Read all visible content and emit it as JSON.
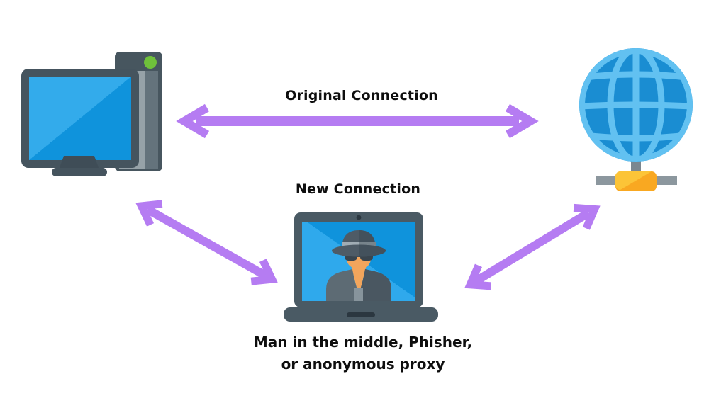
{
  "diagram": {
    "title": "Man in the middle attack diagram",
    "labels": {
      "original_connection": "Original Connection",
      "new_connection": "New Connection",
      "caption_line1": "Man in the middle, Phisher,",
      "caption_line2": "or anonymous proxy"
    },
    "nodes": {
      "client": {
        "icon": "desktop-computer-icon"
      },
      "internet": {
        "icon": "globe-network-icon"
      },
      "attacker": {
        "icon": "spy-laptop-icon"
      }
    },
    "connections": [
      {
        "from": "client",
        "to": "internet",
        "label": "Original Connection",
        "style": "double-arrow"
      },
      {
        "from": "client",
        "to": "attacker",
        "label": "New Connection",
        "style": "double-arrow"
      },
      {
        "from": "attacker",
        "to": "internet",
        "label": "New Connection",
        "style": "double-arrow"
      }
    ],
    "colors": {
      "background": "#ffffff",
      "arrow_purple": "#b57cf2",
      "text_black": "#0e0e0e",
      "device_slate": "#47565f",
      "device_slate_dark": "#3f4d57",
      "panel_grey": "#96a2a8",
      "panel_grey_dark": "#64737c",
      "screen_blue_light": "#33abeb",
      "screen_blue_dark": "#0f93dc",
      "power_green": "#6fc13b",
      "globe_fill": "#1a8dd2",
      "globe_grid": "#62c1f1",
      "connector_yellow": "#f9a821",
      "connector_yellow_light": "#fcc437",
      "pipe_grey": "#8c979e",
      "spy_face_tan": "#f2a55c",
      "spy_coat": "#5d6b74",
      "spy_coat_dark": "#4a5761",
      "hat_band_grey": "#a0acb4"
    }
  }
}
